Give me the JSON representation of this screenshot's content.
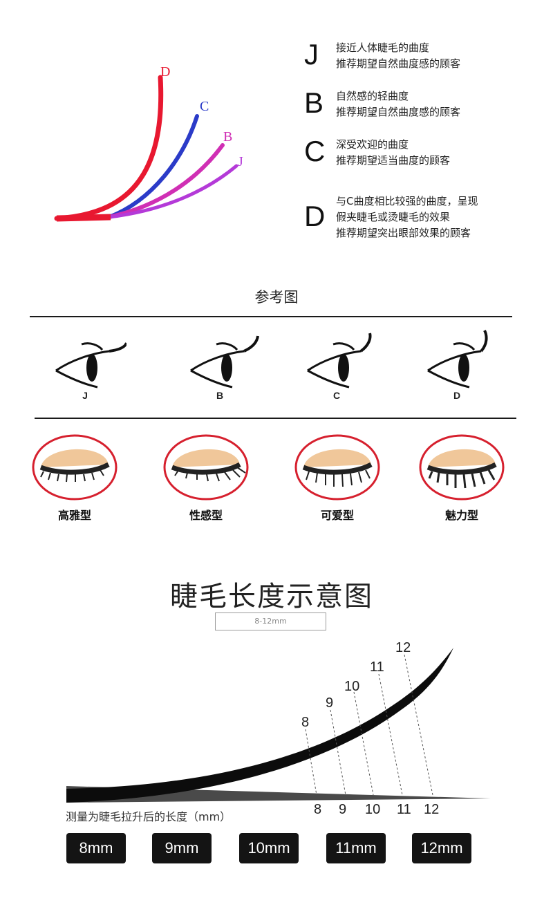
{
  "curl_diagram": {
    "curve_labels": [
      "D",
      "C",
      "B",
      "J"
    ],
    "colors": {
      "D": "#e81830",
      "C": "#2b3bc8",
      "B": "#d02fb4",
      "J": "#b43ad8"
    }
  },
  "curl_types": [
    {
      "letter": "J",
      "lines": [
        "接近人体睫毛的曲度",
        "推荐期望自然曲度感的顾客"
      ]
    },
    {
      "letter": "B",
      "lines": [
        "自然感的轻曲度",
        "推荐期望自然曲度感的顾客"
      ]
    },
    {
      "letter": "C",
      "lines": [
        "深受欢迎的曲度",
        "推荐期望适当曲度的顾客"
      ]
    },
    {
      "letter": "D",
      "lines": [
        "与C曲度相比较强的曲度，呈现",
        "假夹睫毛或烫睫毛的效果",
        "推荐期望突出眼部效果的顾客"
      ]
    }
  ],
  "reference": {
    "title": "参考图",
    "eyes": [
      "J",
      "B",
      "C",
      "D"
    ],
    "styles": [
      "高雅型",
      "性感型",
      "可爱型",
      "魅力型"
    ]
  },
  "length": {
    "title": "睫毛长度示意图",
    "range": "8-12mm",
    "top_marks": [
      "8",
      "9",
      "10",
      "11",
      "12"
    ],
    "base_marks": [
      "8",
      "9",
      "10",
      "11",
      "12"
    ],
    "note": "测量为睫毛拉升后的长度（mm）",
    "buttons": [
      "8mm",
      "9mm",
      "10mm",
      "11mm",
      "12mm"
    ]
  }
}
